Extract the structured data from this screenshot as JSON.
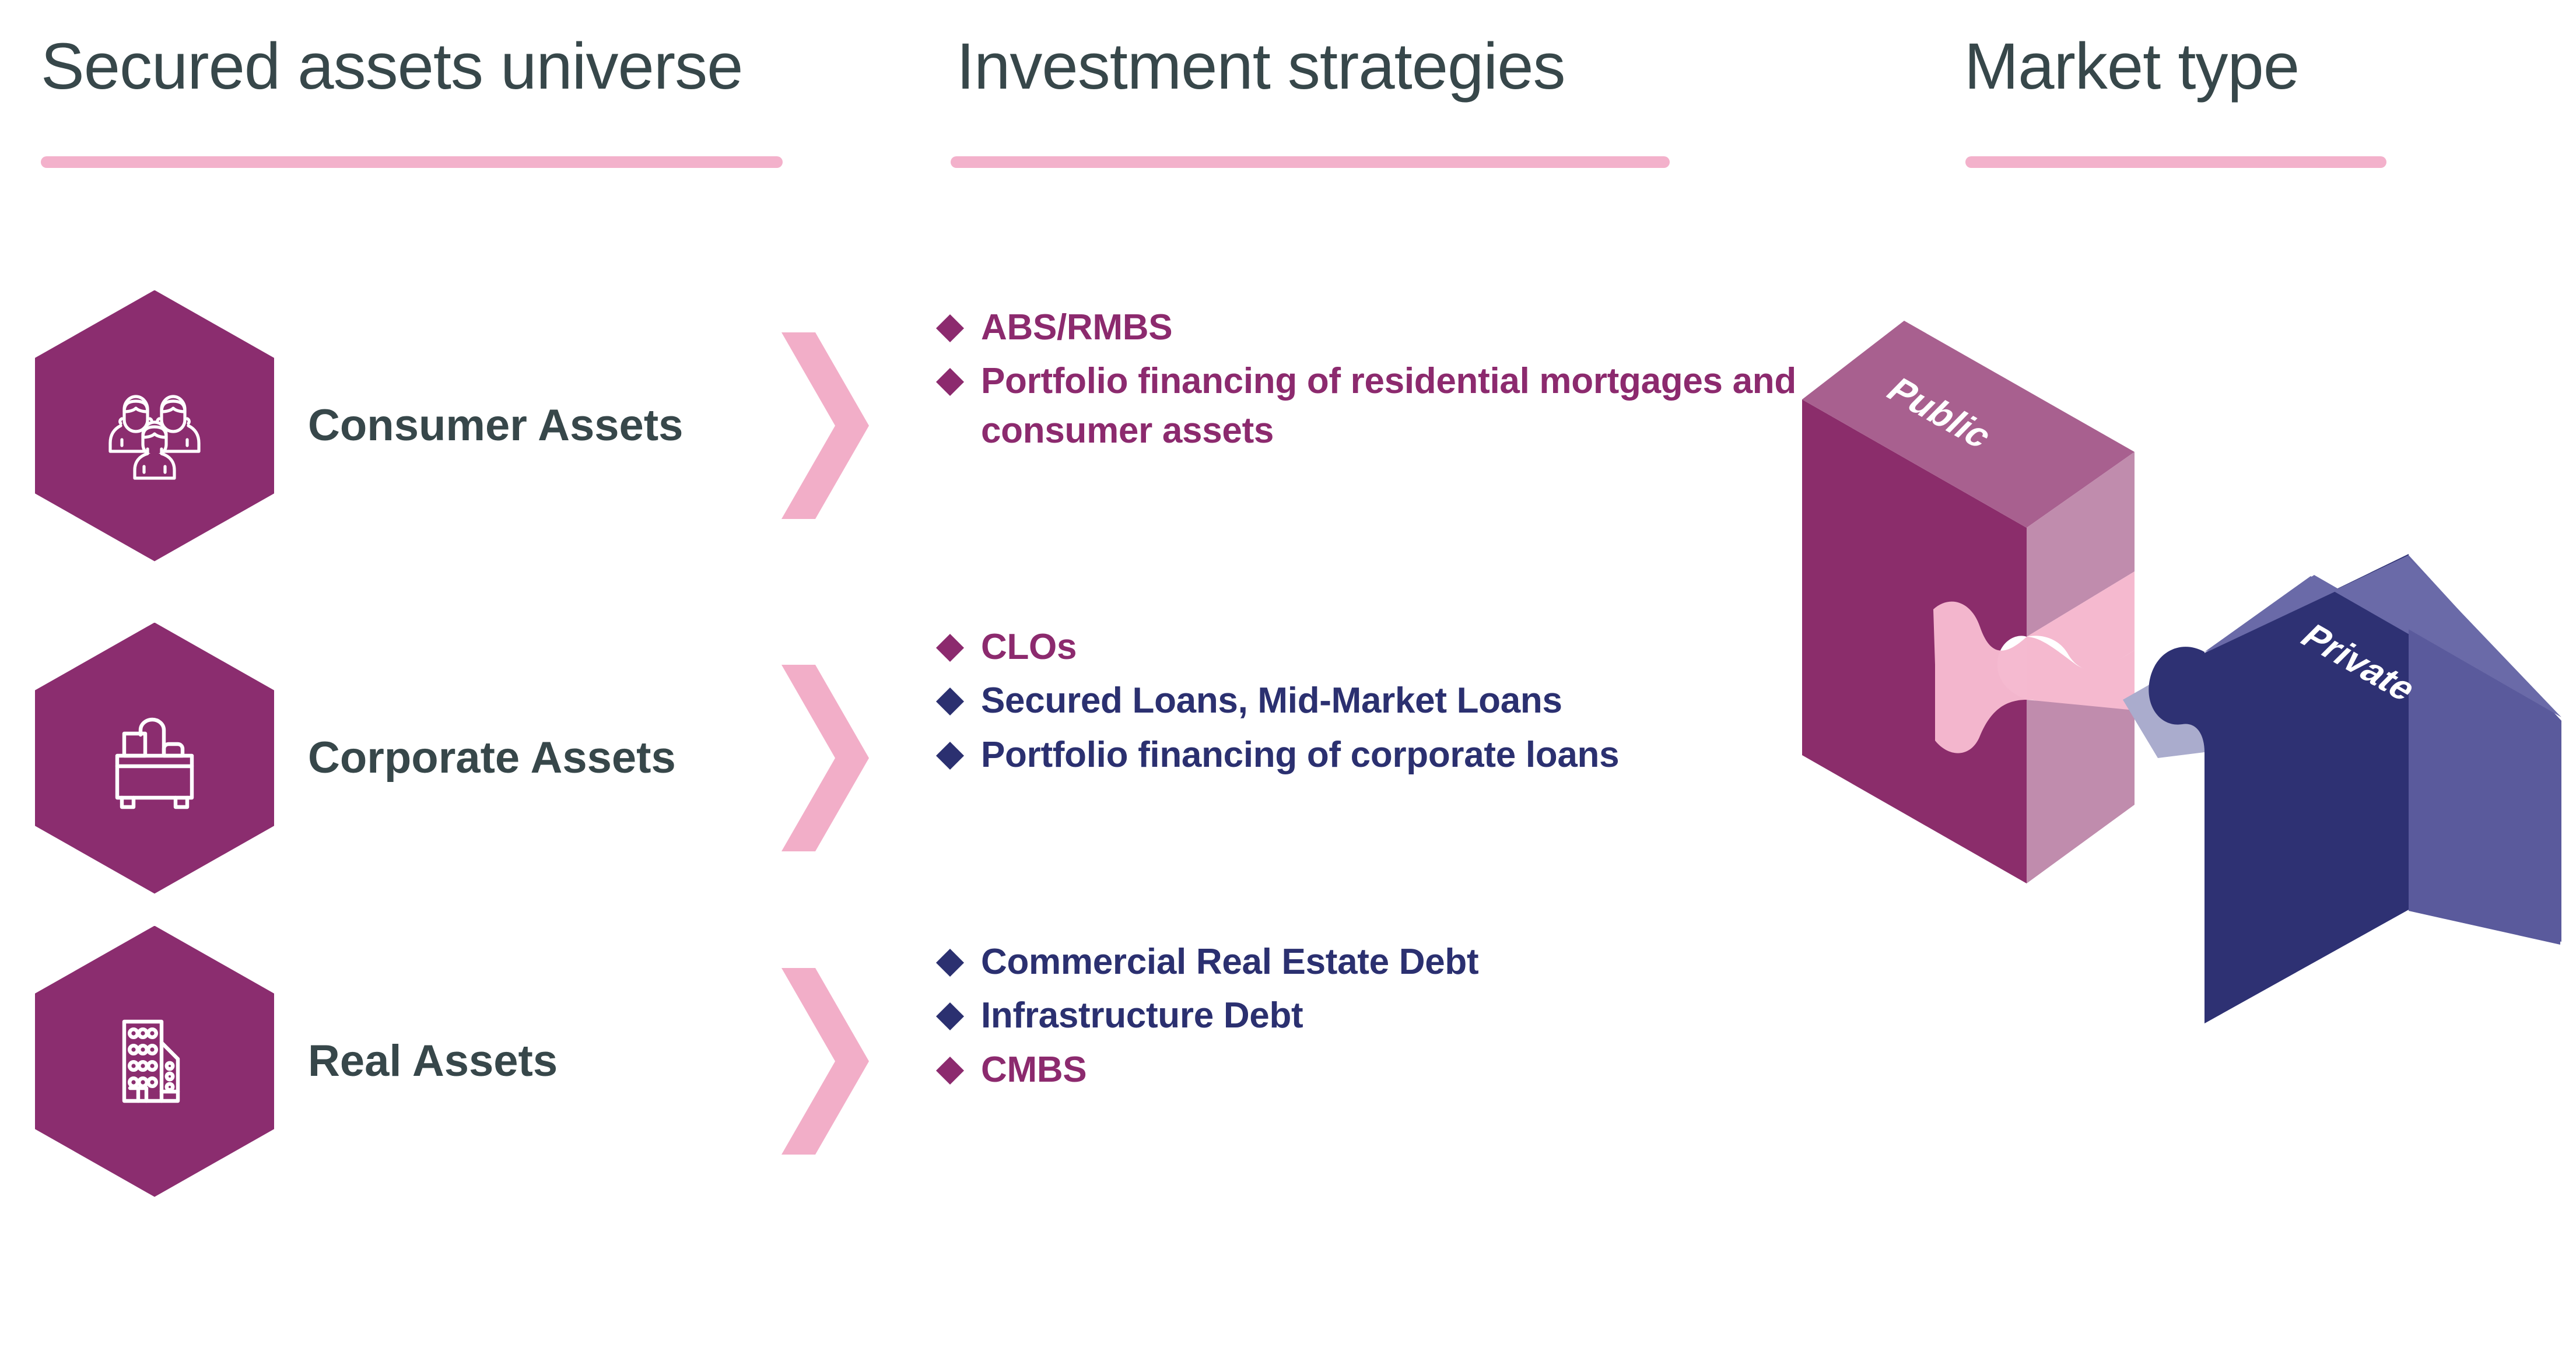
{
  "columns": {
    "assets": {
      "title": "Secured assets universe"
    },
    "strategies": {
      "title": "Investment strategies"
    },
    "market": {
      "title": "Market type"
    }
  },
  "asset_rows": [
    {
      "label": "Consumer Assets",
      "icon": "people-group-icon"
    },
    {
      "label": "Corporate Assets",
      "icon": "office-desk-icon"
    },
    {
      "label": "Real Assets",
      "icon": "office-building-icon"
    }
  ],
  "strategy_groups": [
    {
      "for": "Consumer Assets",
      "items": [
        {
          "text": "ABS/RMBS",
          "color": "purple"
        },
        {
          "text": "Portfolio financing of residential mortgages and consumer assets",
          "color": "purple"
        }
      ]
    },
    {
      "for": "Corporate Assets",
      "items": [
        {
          "text": "CLOs",
          "color": "purple"
        },
        {
          "text": "Secured Loans, Mid-Market Loans",
          "color": "navy"
        },
        {
          "text": "Portfolio financing of corporate loans",
          "color": "navy"
        }
      ]
    },
    {
      "for": "Real Assets",
      "items": [
        {
          "text": "Commercial Real Estate Debt",
          "color": "navy"
        },
        {
          "text": "Infrastructure Debt",
          "color": "navy"
        },
        {
          "text": "CMBS",
          "color": "purple"
        }
      ]
    }
  ],
  "market": {
    "pieces": [
      {
        "label": "Public",
        "type": "socket"
      },
      {
        "label": "Private",
        "type": "tab"
      }
    ]
  },
  "palette": {
    "heading_text": "#37474a",
    "rule_pink": "#f3b1cb",
    "chevron_pink": "#f2aec8",
    "hexagon_purple": "#8b2d6f",
    "bullet_purple": "#8c2a6e",
    "bullet_navy": "#2b3070",
    "public_front": "#8b2d6b",
    "public_top": "#a8608f",
    "public_side": "#c08cad",
    "public_notch": "#f5b9cf",
    "private_front": "#2e3173",
    "private_top": "#6a6aa8",
    "private_side": "#5a5a9c",
    "private_shadow": "#aaaccd",
    "background": "#ffffff"
  }
}
